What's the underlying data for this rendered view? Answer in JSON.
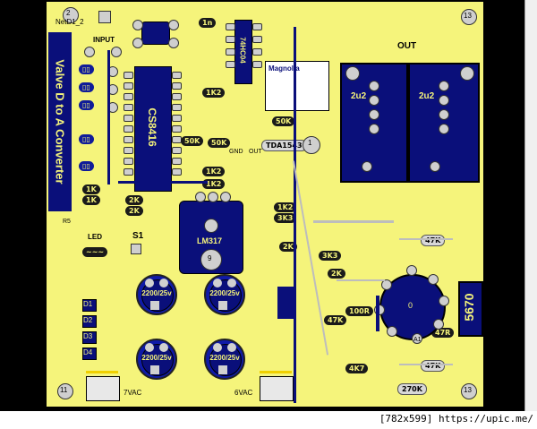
{
  "board": {
    "title": "Valve D to A Converter",
    "net_label": "NetD1_2",
    "input_label": "INPUT",
    "output_label": "OUT",
    "chips": {
      "dac": "CS8416",
      "logic": "74HC04",
      "regulator": "LM317",
      "amp": "TDA1543",
      "tube": "5670",
      "brand": "Magnolia"
    },
    "resistors": [
      "1K2",
      "1K2",
      "1K2",
      "2K",
      "2K",
      "50K",
      "50K",
      "1K2",
      "3K3",
      "50K",
      "1K",
      "1K",
      "2K",
      "2K",
      "3K3",
      "47K",
      "47K",
      "47K",
      "270K",
      "100R",
      "47R"
    ],
    "capacitors": {
      "c1": "2200/25v",
      "c2": "2200/25v",
      "c3": "2200/25v",
      "c4": "2200/25v"
    },
    "coupling_caps": [
      "2u2",
      "2u2"
    ],
    "diodes": [
      "D1",
      "D2",
      "D3",
      "D4"
    ],
    "misc": {
      "led": "LED",
      "s1": "S1",
      "gnd": "GND",
      "out": "OUT",
      "ac_left": "7VAC",
      "ac_right": "6VAC",
      "hole_tl": "2",
      "hole_tr": "13",
      "hole_bl": "11",
      "hole_br": "13",
      "reg_pin": "9",
      "amp_pin": "1",
      "tube_center": "0",
      "tube_pin": "A1"
    }
  },
  "statusbar": {
    "text": "[782x599] https://upic.me/"
  },
  "colors": {
    "board": "#f5f47b",
    "trace": "#0a0f7a",
    "background": "#000000"
  }
}
